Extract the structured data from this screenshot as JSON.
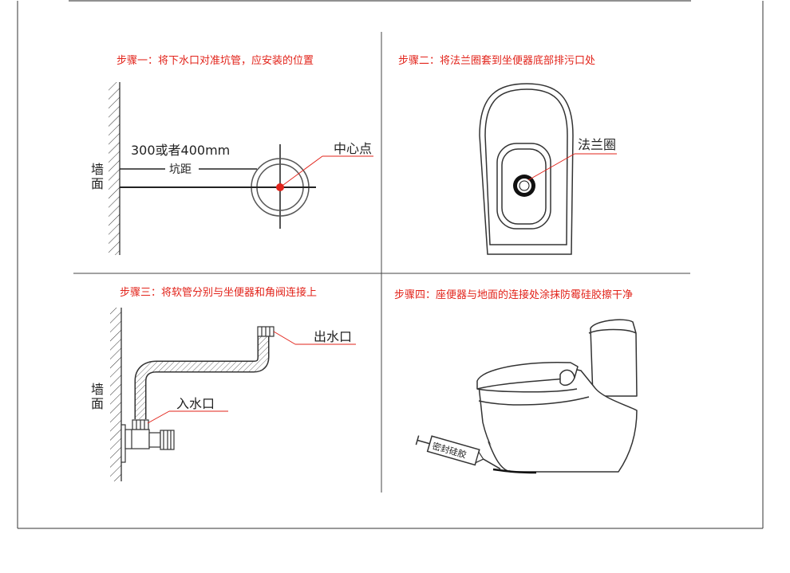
{
  "colors": {
    "accent_red": "#e2231a",
    "line": "#222222",
    "frame": "#333333"
  },
  "steps": [
    {
      "title": "步骤一：将下水口对准坑管，应安装的位置",
      "wall": [
        "墙",
        "面"
      ],
      "distance_label": "300或者400mm",
      "pipe_label": "坑距",
      "center_label": "中心点"
    },
    {
      "title": "步骤二：将法兰圈套到坐便器底部排污口处",
      "flange_label": "法兰圈"
    },
    {
      "title": "步骤三：将软管分别与坐便器和角阀连接上",
      "wall": [
        "墙",
        "面"
      ],
      "outlet_label": "出水口",
      "inlet_label": "入水口"
    },
    {
      "title": "步骤四：座便器与地面的连接处涂抹防霉硅胶擦干净",
      "sealant_label": "密封硅胶"
    }
  ]
}
